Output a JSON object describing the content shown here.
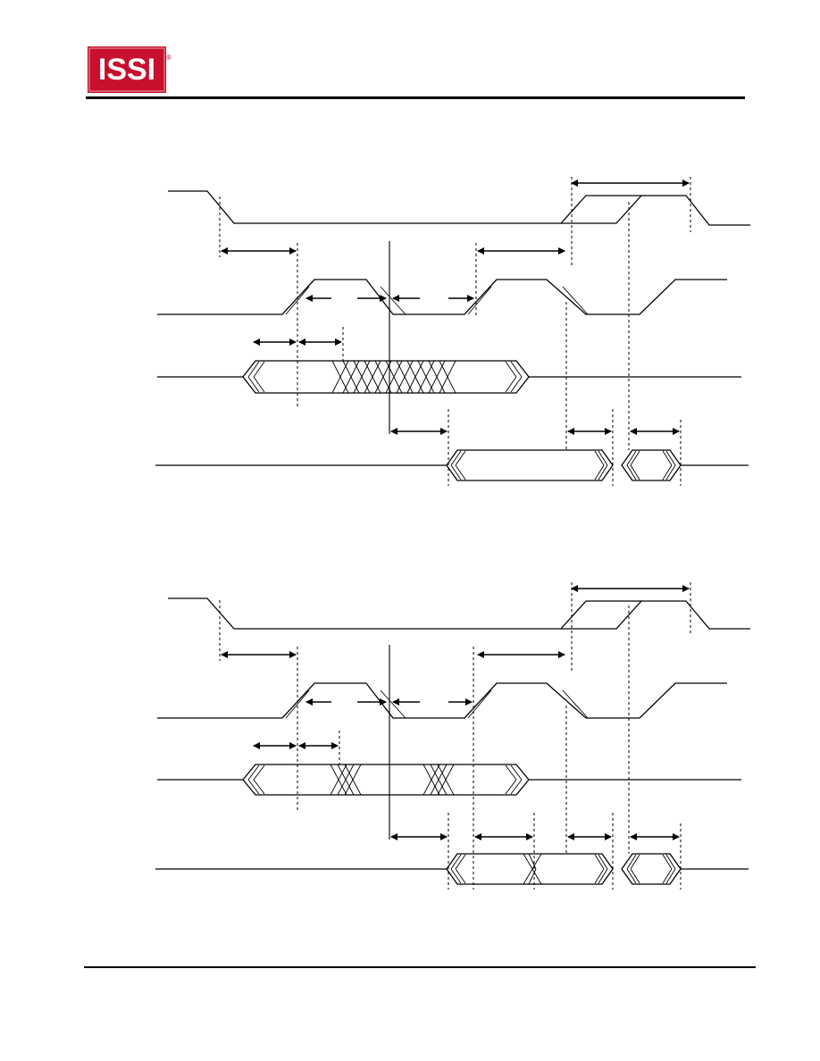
{
  "brand": {
    "logo_text": "ISSI",
    "registered_mark": "®",
    "logo_color": "#c8102e",
    "logo_text_color": "#ffffff"
  },
  "colors": {
    "line": "#000000",
    "background": "#ffffff"
  },
  "diagrams": [
    {
      "id": "timing-diagram-1",
      "data_output": "single-window",
      "address_transitions": "many"
    },
    {
      "id": "timing-diagram-2",
      "data_output": "two-windows",
      "address_transitions": "two"
    }
  ]
}
